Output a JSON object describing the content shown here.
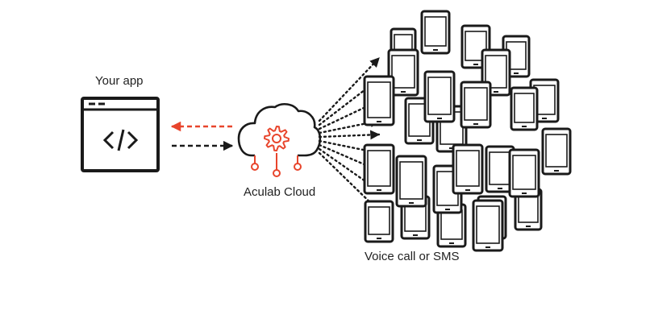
{
  "labels": {
    "app": "Your app",
    "cloud": "Aculab Cloud",
    "devices": "Voice call or SMS"
  },
  "icons": {
    "app": "browser-code-window-icon",
    "cloud": "cloud-gear-icon",
    "devices": "mobile-phone-icon"
  },
  "colors": {
    "outline": "#1a1a1a",
    "accent": "#e8452c",
    "text": "#222222",
    "background": "#ffffff"
  }
}
